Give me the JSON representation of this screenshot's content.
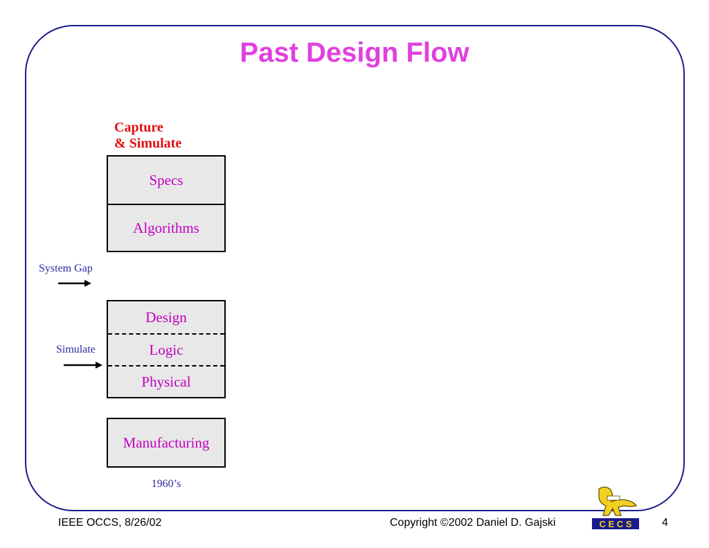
{
  "slide": {
    "title": "Past Design Flow",
    "column_heading": [
      "Capture",
      "& Simulate"
    ],
    "top_box": [
      "Specs",
      "Algorithms"
    ],
    "middle_box": [
      "Design",
      "Logic",
      "Physical"
    ],
    "bottom_box": [
      "Manufacturing"
    ],
    "labels": {
      "system_gap": "System Gap",
      "simulate": "Simulate",
      "decade": "1960’s"
    }
  },
  "footer": {
    "left": "IEEE OCCS, 8/26/02",
    "copyright": "Copyright ©2002 Daniel D. Gajski",
    "logo_text": "C E C S",
    "page_number": "4"
  },
  "colors": {
    "title": "#e040e0",
    "heading": "#e01010",
    "box_text": "#c000c0",
    "label_text": "#2a2aa0",
    "frame": "#1a1a8c",
    "box_fill": "#e8e8e8"
  }
}
